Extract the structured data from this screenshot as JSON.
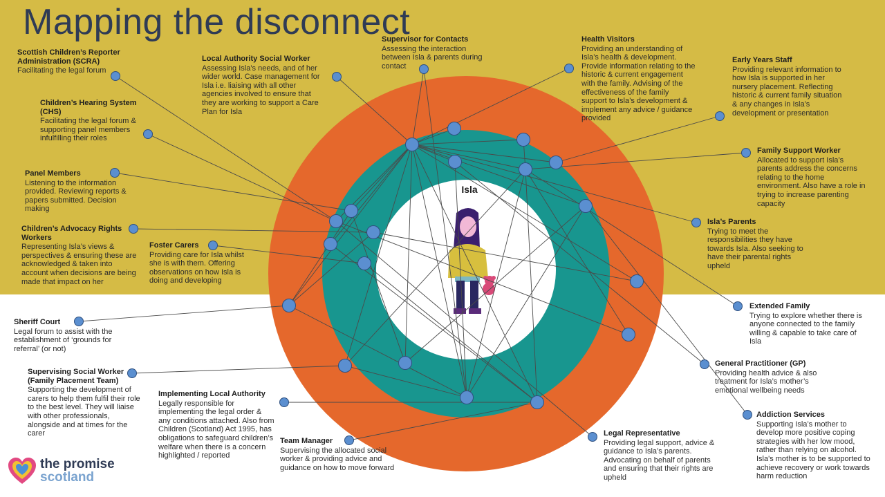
{
  "title": "Mapping the disconnect",
  "center_label": "Isla",
  "logo": {
    "line1": "the promise",
    "line2": "scotland"
  },
  "colors": {
    "background_top": "#d5bb45",
    "outer_ring": "#e5682c",
    "middle_ring": "#18968f",
    "inner_circle": "#ffffff",
    "node_fill": "#5b8fd0",
    "title": "#2f3b55"
  },
  "roles": [
    {
      "id": "scra",
      "heading": "Scottish Children’s Reporter Administration (SCRA)",
      "description": "Facilitating the legal forum"
    },
    {
      "id": "chs",
      "heading": "Children’s Hearing System (CHS)",
      "description": "Facilitating the legal forum  & supporting panel members infulfilling their roles"
    },
    {
      "id": "panel",
      "heading": "Panel Members",
      "description": "Listening to the information provided. Reviewing reports & papers submitted. Decision making"
    },
    {
      "id": "advocacy",
      "heading": "Children’s Advocacy Rights Workers",
      "description": "Representing Isla’s views & perspectives & ensuring these are acknowledged & taken into account when decisions are being made that impact on her"
    },
    {
      "id": "foster",
      "heading": "Foster Carers",
      "description": "Providing care for Isla whilst she is with them. Offering observations on how Isla is doing and developing"
    },
    {
      "id": "lasw",
      "heading": "Local Authority Social Worker",
      "description": "Assessing Isla’s needs, and of her wider world. Case management for Isla i.e. liaising with all other agencies involved to ensure that they are working to support a Care Plan for Isla"
    },
    {
      "id": "supervisor",
      "heading": "Supervisor for Contacts",
      "description": "Assessing the interaction between Isla & parents during contact"
    },
    {
      "id": "health",
      "heading": "Health Visitors",
      "description": "Providing an understanding of Isla’s  health & development. Provide information relating to the historic & current engagement with the family. Advising of the effectiveness of the family support to Isla’s development & implement any advice / guidance provided"
    },
    {
      "id": "early",
      "heading": "Early Years Staff",
      "description": "Providing relevant information to how Isla is supported in her nursery placement. Reflecting historic & current family situation & any changes in Isla’s development or presentation"
    },
    {
      "id": "fsw",
      "heading": "Family Support Worker",
      "description": "Allocated to support Isla’s parents address the concerns relating to the home environment. Also have a role in trying to increase parenting capacity"
    },
    {
      "id": "parents",
      "heading": "Isla’s Parents",
      "description": "Trying to meet the responsibilities they have towards Isla. Also seeking to have their parental rights upheld"
    },
    {
      "id": "extended",
      "heading": "Extended Family",
      "description": "Trying to explore whether there is anyone connected to the family willing & capable to take care of Isla"
    },
    {
      "id": "gp",
      "heading": "General Practitioner (GP)",
      "description": "Providing health advice & also treatment for Isla’s mother’s emotional wellbeing needs"
    },
    {
      "id": "addiction",
      "heading": "Addiction Services",
      "description": "Supporting Isla’s mother to develop more positive coping strategies with her low mood, rather than relying on alcohol. Isla's mother is to be supported to achieve recovery or work towards harm reduction"
    },
    {
      "id": "legalrep",
      "heading": "Legal Representative",
      "description": "Providing legal support, advice & guidance to Isla’s parents. Advocating on behalf of parents and ensuring that their rights are upheld"
    },
    {
      "id": "teammgr",
      "heading": "Team Manager",
      "description": "Supervising the allocated social worker & providing advice and guidance on how to move forward"
    },
    {
      "id": "implementing",
      "heading": "Implementing Local Authority",
      "description": "Legally responsible for implementing the legal order & any conditions attached. Also from Children (Scotland) Act 1995, has obligations to safeguard children’s welfare when there is a concern highlighted / reported"
    },
    {
      "id": "sswfp",
      "heading": "Supervising Social Worker (Family Placement Team)",
      "description": "Supporting the development of carers to help them fulfil their role to the best level. They will liaise with other professionals, alongside and at times for the carer"
    },
    {
      "id": "sheriff",
      "heading": "Sheriff Court",
      "description": "Legal forum to assist with the establishment of ‘grounds for referral’ (or not)"
    }
  ]
}
